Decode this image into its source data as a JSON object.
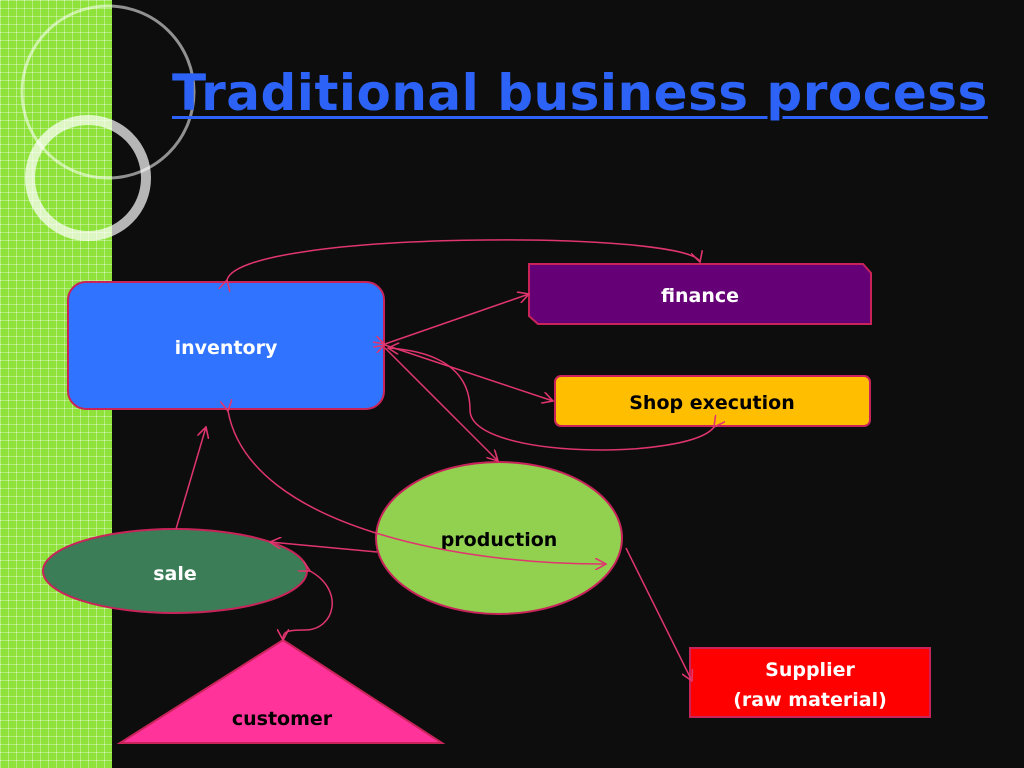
{
  "title": "Traditional business process",
  "nodes": {
    "inventory": {
      "label": "inventory",
      "fill": "#2f73ff"
    },
    "finance": {
      "label": "finance",
      "fill": "#660077"
    },
    "shop_execution": {
      "label": "Shop execution",
      "fill": "#ffbf00"
    },
    "production": {
      "label": "production",
      "fill": "#92d050"
    },
    "sale": {
      "label": "sale",
      "fill": "#3a7d57"
    },
    "customer": {
      "label": "customer",
      "fill": "#ff3399"
    },
    "supplier": {
      "line1": "Supplier",
      "line2": "(raw material)",
      "fill": "#ff0000"
    }
  },
  "colors": {
    "connector": "#e0356f",
    "node_border": "#c8245a",
    "title": "#2c62f5",
    "background": "#0d0d0d",
    "strip": "#8ee23a"
  }
}
